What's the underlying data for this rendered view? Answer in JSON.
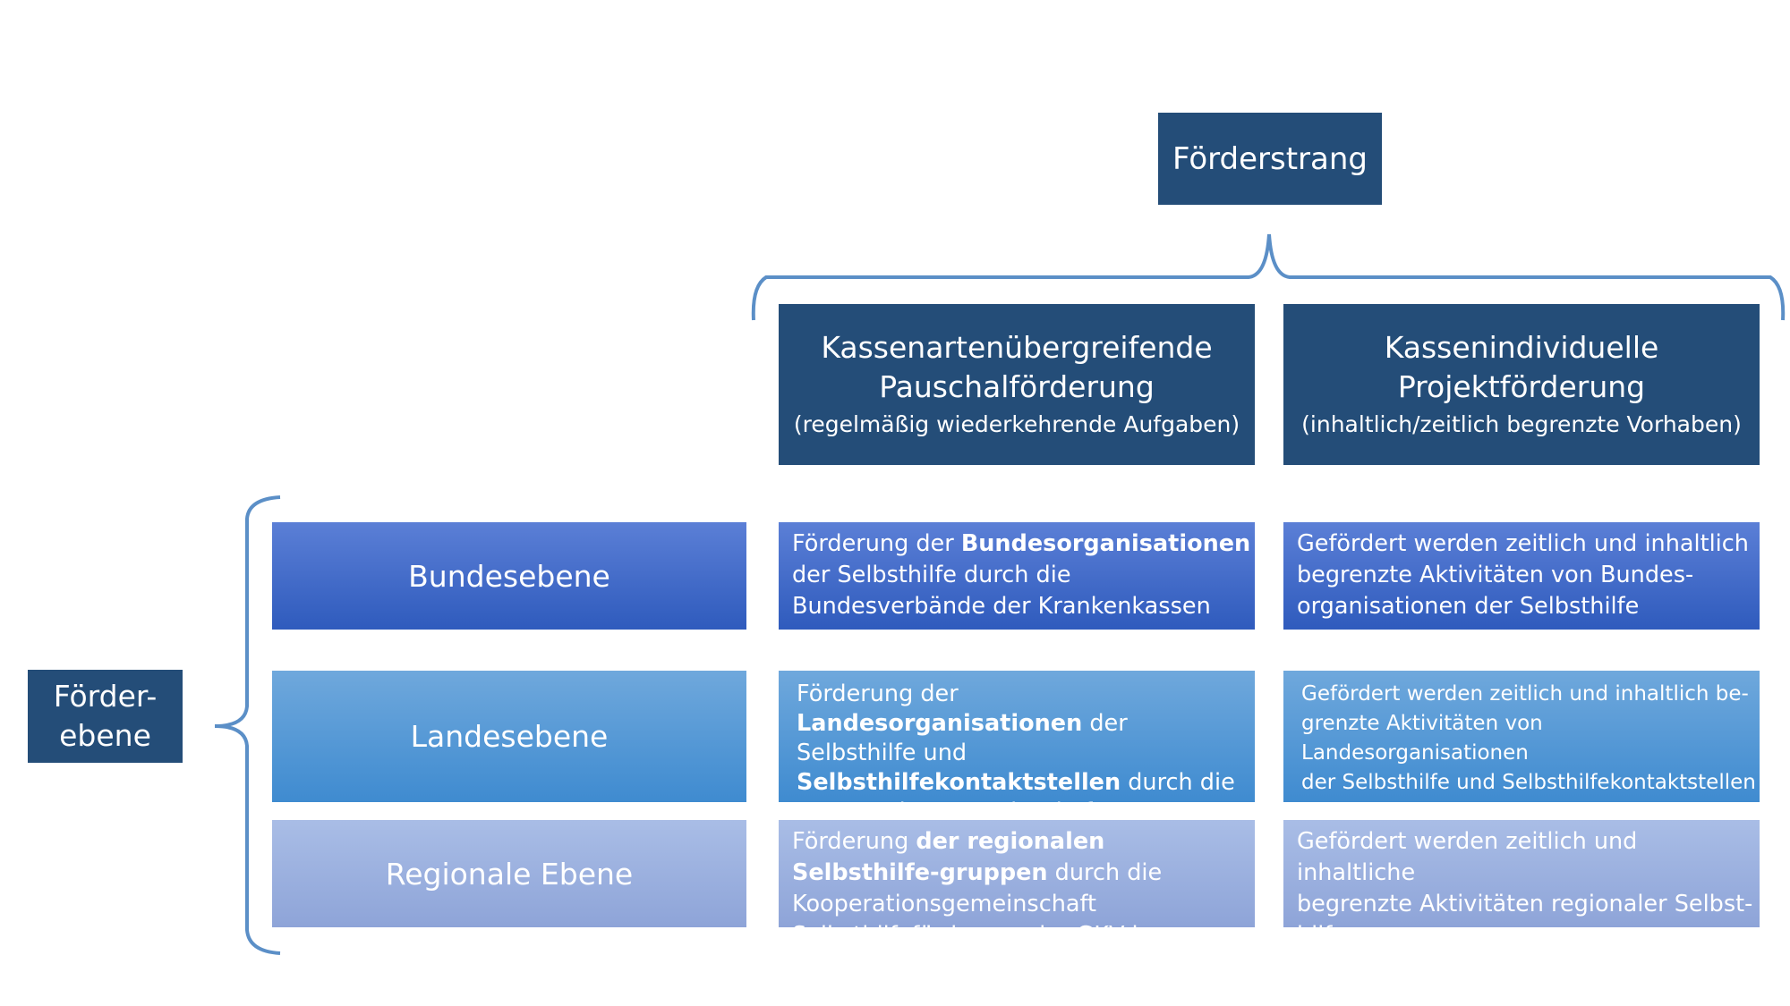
{
  "top": {
    "label": "Förderstrang"
  },
  "columns": [
    {
      "title_line1": "Kassenartenübergreifende",
      "title_line2": "Pauschalförderung",
      "subtitle": "(regelmäßig wiederkehrende Aufgaben)"
    },
    {
      "title_line1": "Kassenindividuelle",
      "title_line2": "Projektförderung",
      "subtitle": "(inhaltlich/zeitlich begrenzte Vorhaben)"
    }
  ],
  "side": {
    "line1": "Förder-",
    "line2": "ebene"
  },
  "rows": [
    {
      "level": "Bundesebene",
      "cell1": {
        "pre": "Förderung der ",
        "bold": "Bundesorganisationen",
        "post": " der Selbsthilfe durch die Bundesverbände der Krankenkassen"
      },
      "cell2": {
        "line1": "Gefördert werden zeitlich und inhaltlich",
        "line2": "begrenzte Aktivitäten von Bundes-",
        "line3": "organisationen der Selbsthilfe"
      }
    },
    {
      "level": "Landesebene",
      "cell1": {
        "pre": "Förderung der ",
        "bold1": "Landesorganisationen",
        "mid": " der Selbsthilfe und ",
        "bold2": "Selbsthilfekontaktstellen",
        "post": " durch die Kooperationsgemeinschaft Selbsthilfeförderung der GKV in Bremen"
      },
      "cell2": {
        "line1": "Gefördert werden zeitlich und inhaltlich be-",
        "line2": "grenzte Aktivitäten von Landesorganisationen",
        "line3": "der Selbsthilfe und Selbsthilfekontaktstellen"
      }
    },
    {
      "level": "Regionale Ebene",
      "cell1": {
        "pre": "Förderung ",
        "bold": "der regionalen Selbsthilfe-gruppen",
        "post": " durch die Kooperationsgemeinschaft Selbsthilfeförderung der GKV in Bremen"
      },
      "cell2": {
        "line1": "Gefördert werden zeitlich und inhaltliche",
        "line2": "begrenzte Aktivitäten regionaler  Selbst-",
        "line3": "hilfegruppen"
      }
    }
  ],
  "colors": {
    "dark": "#244d78",
    "bracket": "#5b8fc7",
    "bund": "#3a64c4",
    "land": "#4f98d6",
    "regional": "#98aedd"
  }
}
